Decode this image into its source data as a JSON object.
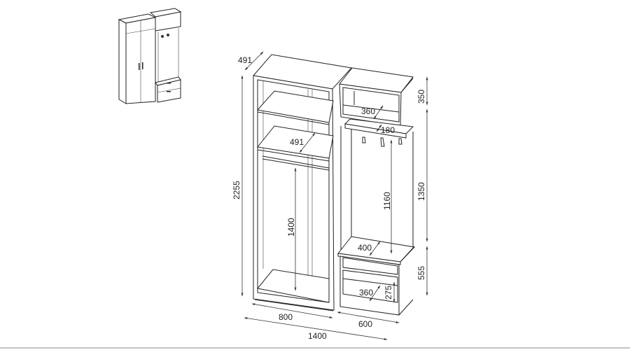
{
  "diagram": {
    "title": "Hallway wardrobe assembly dimensions",
    "units": "mm",
    "dimensions": {
      "depth_top": "491",
      "top_box_height": "350",
      "top_box_shelf_depth": "360",
      "hat_shelf_depth": "180",
      "wardrobe_shelf_depth": "491",
      "total_height": "2255",
      "hanger_height": "1160",
      "middle_height": "1350",
      "wardrobe_interior_height": "1400",
      "bench_depth": "400",
      "bench_height": "555",
      "bench_shelf_depth": "360",
      "bench_shelf_height": "275",
      "wardrobe_width": "800",
      "bench_width": "600",
      "total_width": "1400"
    }
  }
}
